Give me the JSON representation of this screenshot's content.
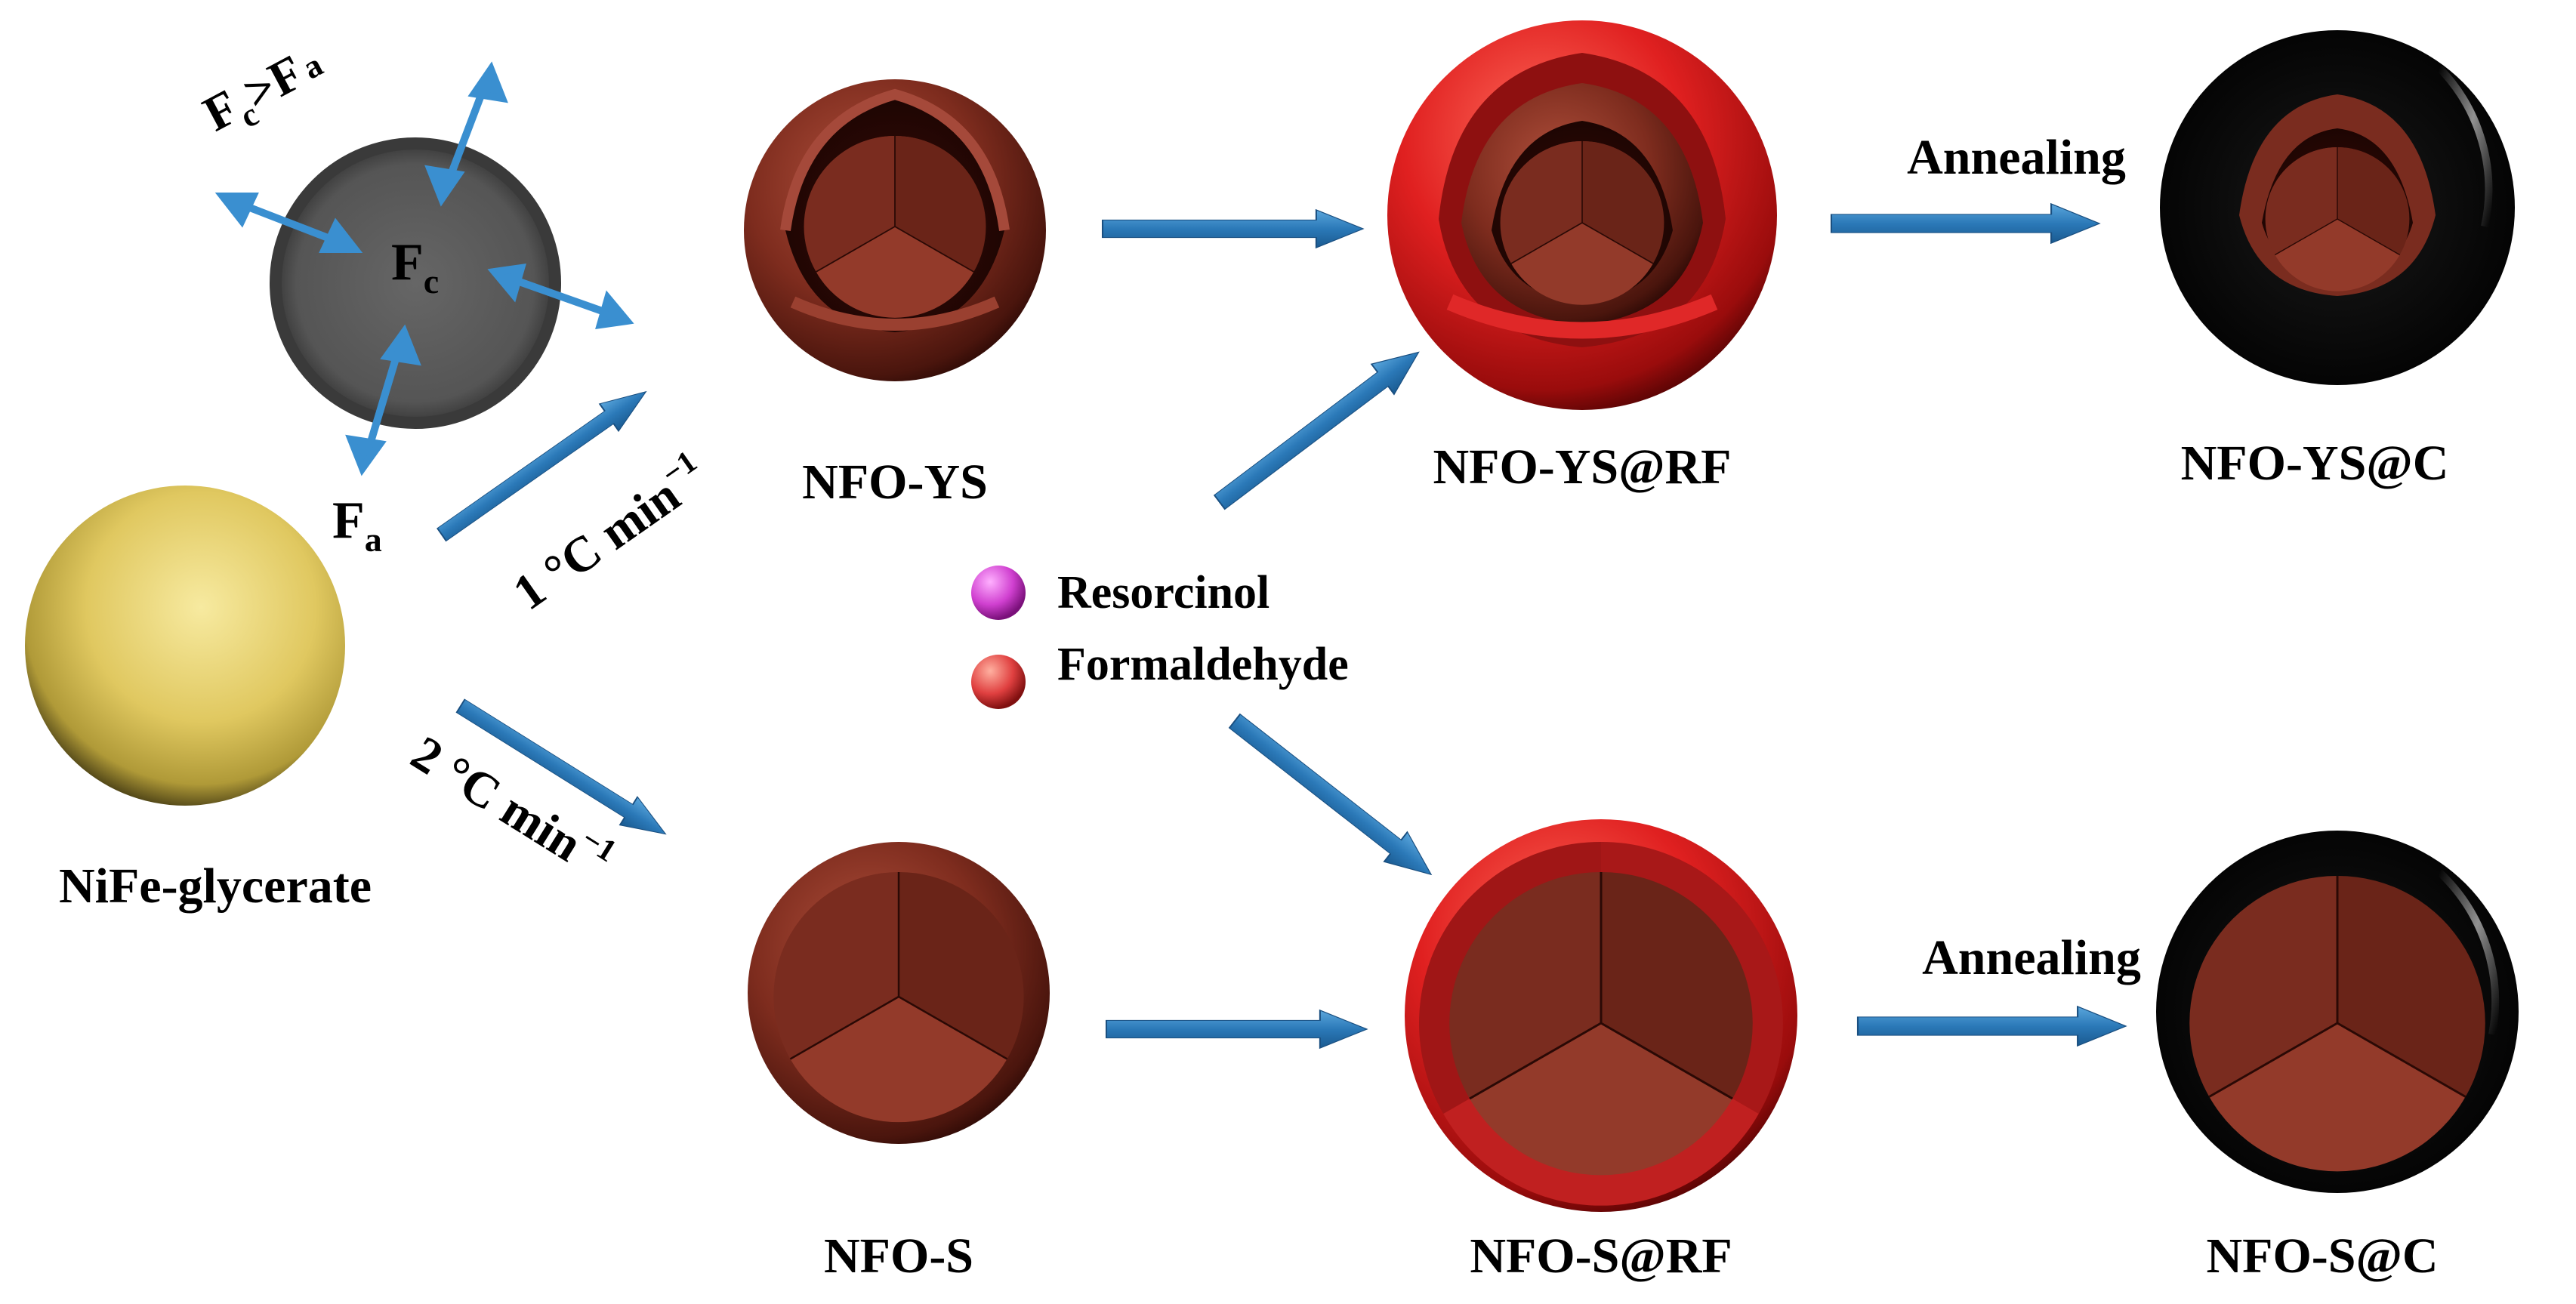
{
  "labels": {
    "nife_glycerate": "NiFe-glycerate",
    "nfo_ys": "NFO-YS",
    "nfo_ys_rf": "NFO-YS@RF",
    "nfo_ys_c": "NFO-YS@C",
    "nfo_s": "NFO-S",
    "nfo_s_rf": "NFO-S@RF",
    "nfo_s_c": "NFO-S@C"
  },
  "forces": {
    "comparison_F1": "F",
    "comparison_sub1": "c",
    "comparison_op": ">",
    "comparison_F2": "F",
    "comparison_sub2": "a",
    "core_F": "F",
    "core_sub": "c",
    "outer_F": "F",
    "outer_sub": "a"
  },
  "rates": {
    "slow_main": "1 °C min",
    "slow_sup": "−1",
    "fast_main": "2 °C min",
    "fast_sup": "−1"
  },
  "process": {
    "annealing_top": "Annealing",
    "annealing_bottom": "Annealing"
  },
  "legend": {
    "resorcinol": "Resorcinol",
    "formaldehyde": "Formaldehyde"
  },
  "colors": {
    "arrow": "#2b79b8",
    "force_arrow": "#3a8fd0",
    "precursor": "#e8d36a",
    "oxide": "#8a3122",
    "rf_shell": "#d82020",
    "carbon": "#111111",
    "core_disk": "#5a5a5a",
    "resorcinol": "#d040d0",
    "formaldehyde": "#e04040"
  }
}
